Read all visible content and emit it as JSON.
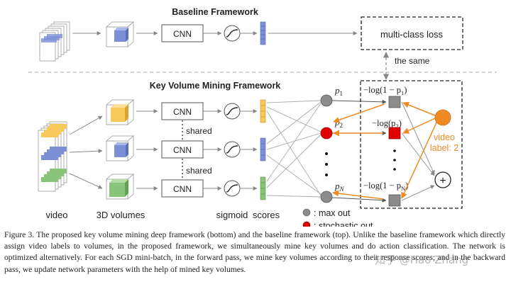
{
  "titles": {
    "baseline": "Baseline Framework",
    "kvm": "Key Volume Mining Framework"
  },
  "labels": {
    "cnn": "CNN",
    "multiclass_loss": "multi-class loss",
    "the_same": "the same",
    "shared": "shared",
    "video": "video",
    "volumes": "3D volumes",
    "sigmoid": "sigmoid",
    "scores": "scores",
    "video_label_line1": "video",
    "video_label_line2": "label: 2",
    "plus": "+"
  },
  "math": {
    "p1": "p",
    "p1_sub": "1",
    "p2": "p",
    "p2_sub": "2",
    "pN": "p",
    "pN_sub": "N",
    "loss1": "−log(1 − p",
    "loss1_sub": "1",
    "loss1_end": ")",
    "loss2": "−log(p",
    "loss2_sub": "2",
    "loss2_end": ")",
    "lossN": "−log(1 − p",
    "lossN_sub": "N",
    "lossN_end": ")"
  },
  "legend": {
    "max_out": ": max out",
    "stochastic_out": ": stochastic out"
  },
  "caption": "Figure 3. The proposed key volume mining deep framework (bottom) and the baseline framework (top). Unlike the baseline framework which directly assign video labels to volumes, in the proposed framework, we simultaneously mine key volumes and do action classification. The network is optimized alternatively. For each SGD mini-batch, in the forward pass, we mine key volumes according to their response scores; and in the backward pass, we update network parameters with the help of mined key volumes.",
  "watermark": "知乎 @Hao Zhang",
  "colors": {
    "orange": "#f08a24",
    "red": "#e00000",
    "gray_node": "#8c8c8c",
    "blue_cube": "#7b8fd6",
    "yellow_cube": "#f7c85a",
    "green_cube": "#8ac47a"
  }
}
